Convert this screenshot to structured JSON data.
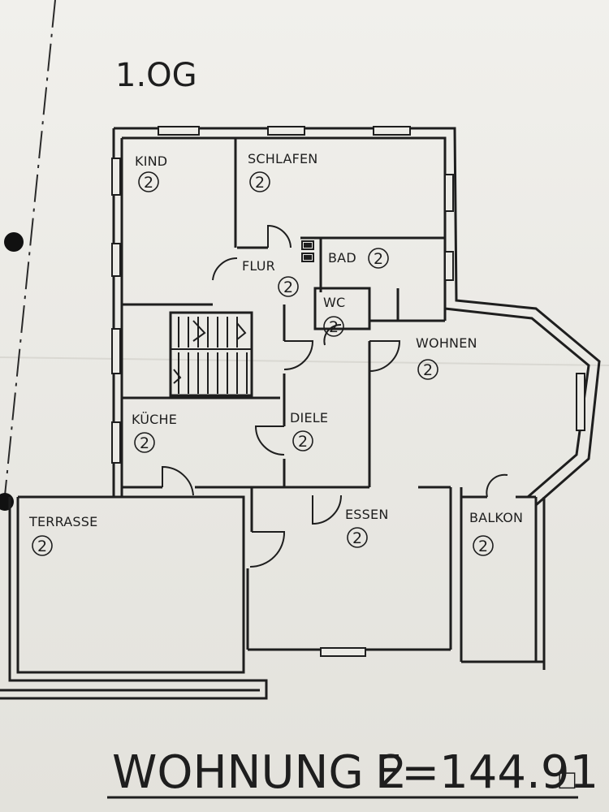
{
  "sheet": {
    "floor_label": "1.OG",
    "title_name": "WOHNUNG 2",
    "title_area": "F=144.91",
    "title_unit": "□"
  },
  "rooms": [
    {
      "name": "KIND",
      "number": "2"
    },
    {
      "name": "SCHLAFEN",
      "number": "2"
    },
    {
      "name": "BAD",
      "number": "2"
    },
    {
      "name": "FLUR",
      "number": "2"
    },
    {
      "name": "WC",
      "number": "2"
    },
    {
      "name": "WOHNEN",
      "number": "2"
    },
    {
      "name": "KÜCHE",
      "number": "2"
    },
    {
      "name": "DIELE",
      "number": "2"
    },
    {
      "name": "TERRASSE",
      "number": "2"
    },
    {
      "name": "ESSEN",
      "number": "2"
    },
    {
      "name": "BALKON",
      "number": "2"
    }
  ],
  "colors": {
    "paper": "#ecebe6",
    "ink": "#1e1e1e"
  }
}
